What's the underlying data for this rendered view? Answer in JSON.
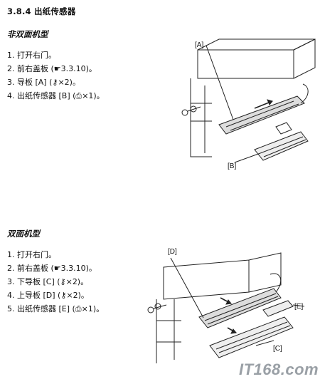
{
  "section": {
    "title": "3.8.4 出纸传感器"
  },
  "non_duplex": {
    "heading": "非双面机型",
    "steps": [
      "1. 打开右门。",
      "2. 前右盖板 (☛3.3.10)。",
      "3. 导板 [A] (⚷×2)。",
      "4. 出纸传感器 [B] (⎙×1)。"
    ],
    "callouts": [
      "[A]",
      "[B]"
    ]
  },
  "duplex": {
    "heading": "双面机型",
    "steps": [
      "1. 打开右门。",
      "2. 前右盖板 (☛3.3.10)。",
      "3. 下导板 [C] (⚷×2)。",
      "4. 上导板 [D] (⚷×2)。",
      "5. 出纸传感器 [E] (⎙×1)。"
    ],
    "callouts": [
      "[D]",
      "[E]",
      "[C]"
    ]
  },
  "watermark": {
    "text": "IT168.com"
  }
}
